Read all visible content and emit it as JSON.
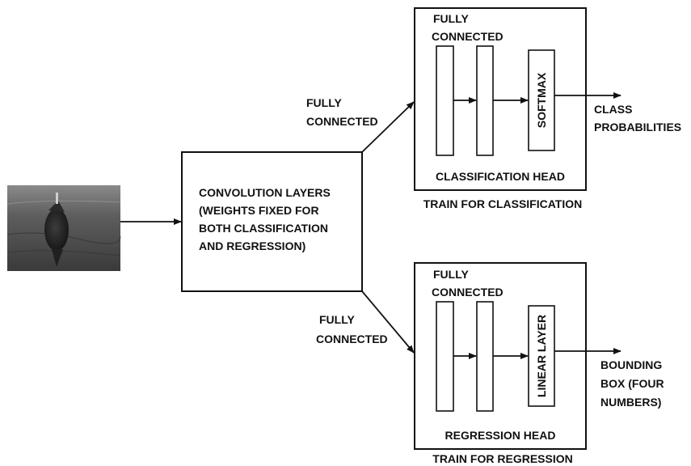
{
  "input_image": {
    "subject": "fish photo",
    "tone": "grayscale"
  },
  "backbone": {
    "lines": [
      "CONVOLUTION LAYERS",
      "(WEIGHTS FIXED FOR",
      "BOTH CLASSIFICATION",
      "AND REGRESSION)"
    ]
  },
  "branches": {
    "top_label": [
      "FULLY",
      "CONNECTED"
    ],
    "bottom_label": [
      "FULLY",
      "CONNECTED"
    ]
  },
  "classification": {
    "fc_label": [
      "FULLY",
      "CONNECTED"
    ],
    "final_layer": "SOFTMAX",
    "head_label": "CLASSIFICATION HEAD",
    "caption": "TRAIN FOR CLASSIFICATION",
    "output": [
      "CLASS",
      "PROBABILITIES"
    ]
  },
  "regression": {
    "fc_label": [
      "FULLY",
      "CONNECTED"
    ],
    "final_layer": "LINEAR LAYER",
    "head_label": "REGRESSION HEAD",
    "caption": "TRAIN FOR REGRESSION",
    "output": [
      "BOUNDING",
      "BOX (FOUR",
      "NUMBERS)"
    ]
  }
}
